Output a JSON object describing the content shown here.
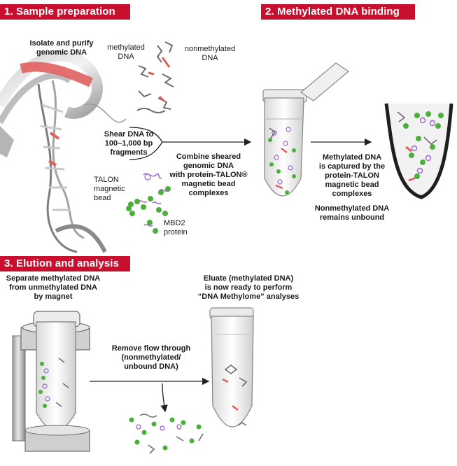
{
  "colors": {
    "banner": "#c8102e",
    "methyl_accent": "#e06060",
    "bead_green": "#4caf3c",
    "protein_purple": "#9a66c8",
    "tube_gray": "#8a8a8a"
  },
  "sections": {
    "s1": {
      "title": "1. Sample preparation"
    },
    "s2": {
      "title": "2. Methylated DNA binding"
    },
    "s3": {
      "title": "3. Elution and analysis"
    }
  },
  "labels": {
    "isolate": "Isolate and purify\ngenomic DNA",
    "methylated_dna": "methylated\nDNA",
    "nonmethylated_dna": "nonmethylated\nDNA",
    "shear": "Shear DNA to\n100–1,000 bp\nfragments",
    "combine": "Combine sheared\ngenomic DNA\nwith protein-TALON®\nmagnetic bead\ncomplexes",
    "talon_bead": "TALON\nmagnetic\nbead",
    "mbd2": "MBD2\nprotein",
    "captured": "Methylated DNA\nis captured by the\nprotein-TALON\nmagnetic bead\ncomplexes",
    "unbound": "Nonmethylated DNA\nremains unbound",
    "separate": "Separate methylated DNA\nfrom unmethylated DNA\nby magnet",
    "eluate": "Eluate (methylated DNA)\nis now ready to perform\n“DNA Methylome” analyses",
    "remove": "Remove flow through\n(nonmethylated/\nunbound DNA)"
  }
}
